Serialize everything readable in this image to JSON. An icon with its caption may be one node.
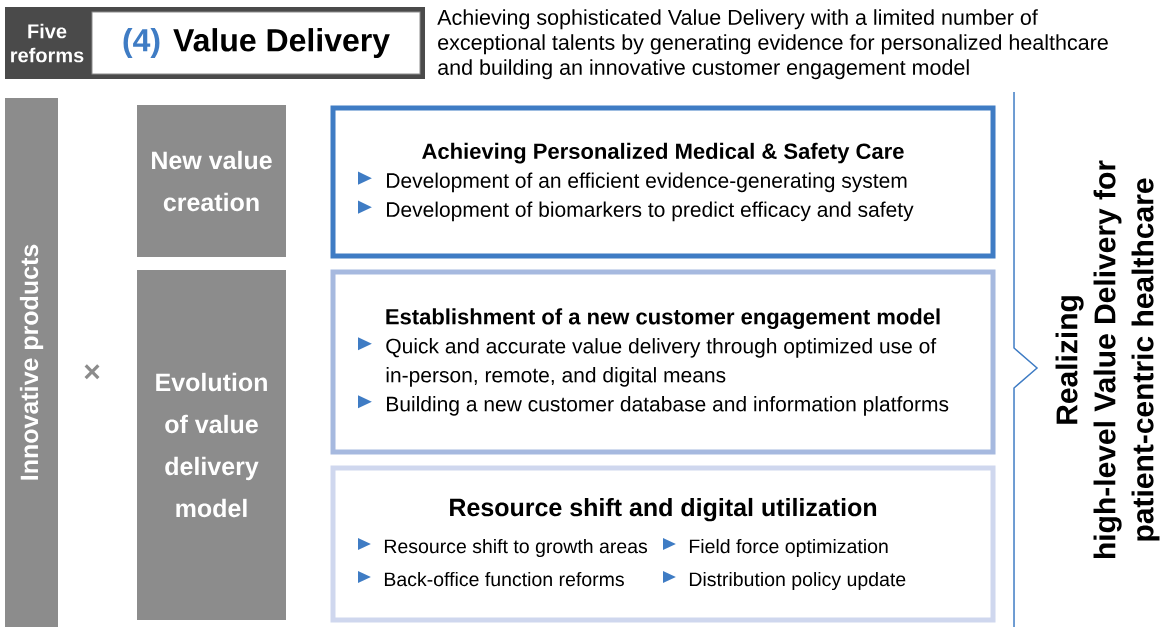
{
  "diagram": {
    "nodes": [
      {
        "text": [
          "Five reforms"
        ]
      },
      {
        "text": [
          "(4)",
          "Value Delivery"
        ],
        "in": 0
      },
      {
        "text": [
          "Innovative products"
        ]
      },
      {
        "text": [
          "New value creation"
        ]
      },
      {
        "text": [
          "Evolution of value delivery model"
        ]
      },
      {
        "text": [
          "Achieving Personalized  Medical & Safety Care",
          "Development of an efficient evidence-generating system",
          "Development of biomarkers to predict efficacy and safety"
        ]
      },
      {
        "text": [
          "Establishment of a new customer engagement model",
          "Quick and accurate value delivery through optimized use of in-person, remote, and digital means",
          "Building a new customer database and information platforms"
        ]
      },
      {
        "text": [
          "Resource shift and digital utilization",
          "Resource shift to growth areas",
          "Field force optimization",
          "Back-office function reforms",
          "Distribution policy update"
        ]
      },
      {
        "text": [
          "Realizing high-level Value Delivery for patient-centric healthcare"
        ]
      }
    ],
    "labels": [
      "Achieving sophisticated Value Delivery with a limited number of exceptional talents by generating evidence for personalized healthcare and building an innovative customer engagement model",
      "×"
    ]
  }
}
